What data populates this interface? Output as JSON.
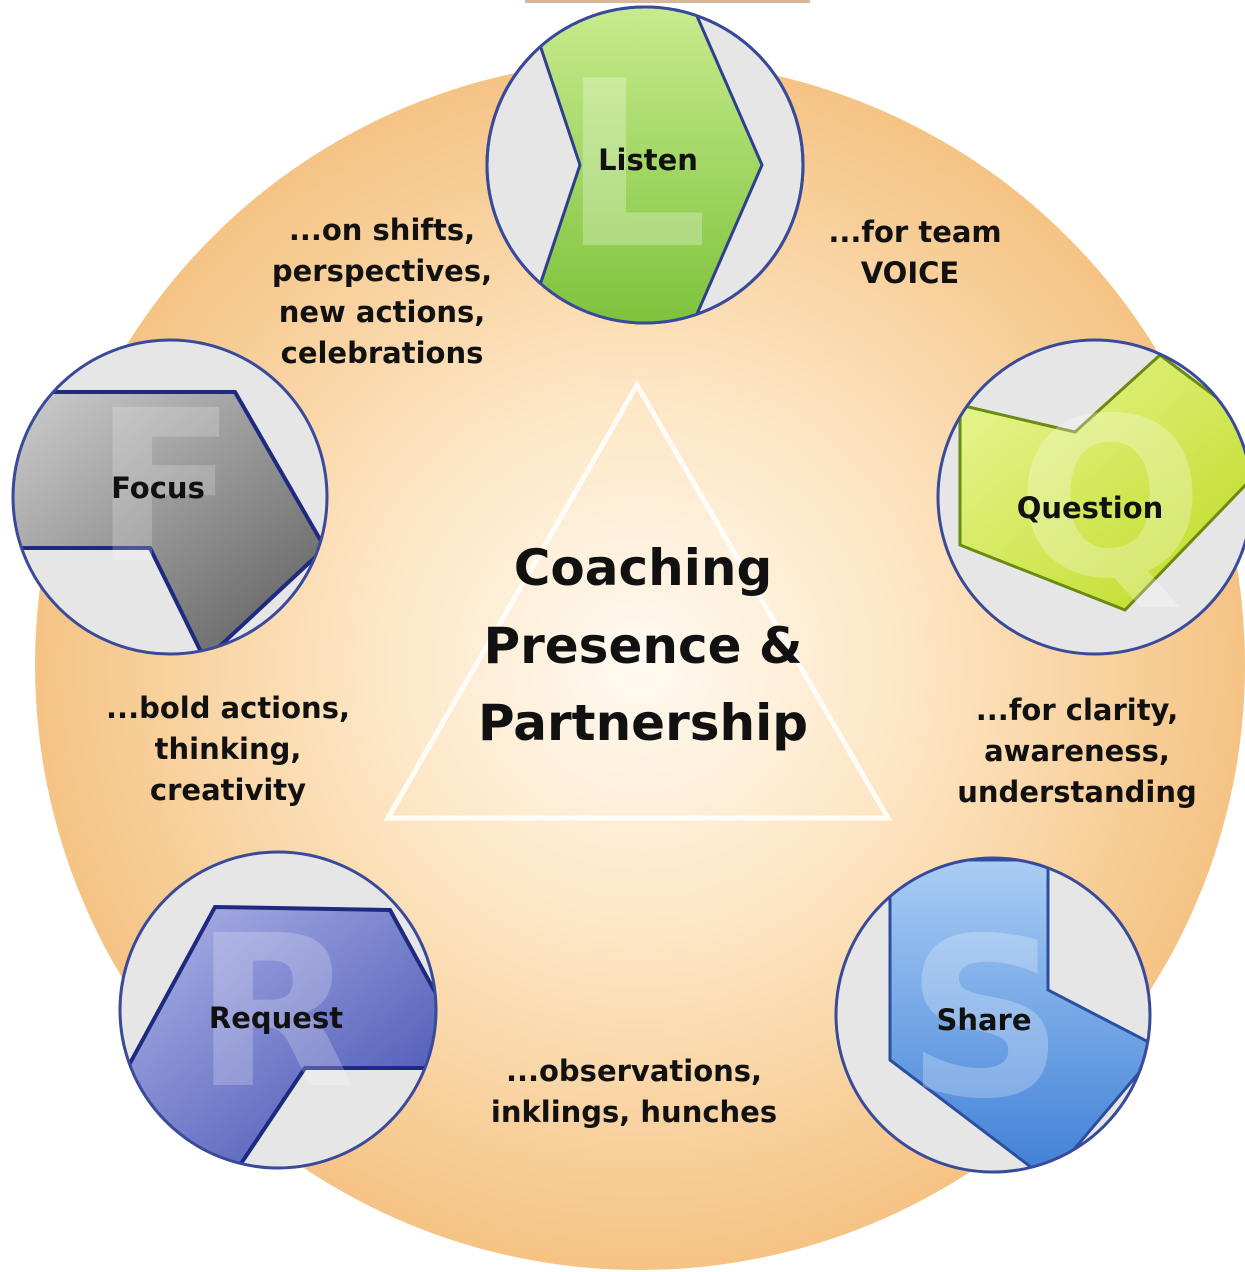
{
  "center": {
    "lines": [
      "Coaching",
      "Presence &",
      "Partnership"
    ]
  },
  "nodes": [
    {
      "label": "Listen",
      "letter": "L",
      "color": "#8cc63f"
    },
    {
      "label": "Question",
      "letter": "Q",
      "color": "#cfe62b"
    },
    {
      "label": "Share",
      "letter": "S",
      "color": "#4f8fe0"
    },
    {
      "label": "Request",
      "letter": "R",
      "color": "#4a55b8"
    },
    {
      "label": "Focus",
      "letter": "F",
      "color": "#6a6a6a"
    }
  ],
  "phrases": {
    "listen_question": [
      "...for team",
      "VOICE"
    ],
    "question_share": [
      "...for clarity,",
      "awareness,",
      "understanding"
    ],
    "share_request": [
      "...observations,",
      "inklings, hunches"
    ],
    "request_focus": [
      "...bold actions,",
      "thinking,",
      "creativity"
    ],
    "focus_listen": [
      "...on shifts,",
      "perspectives,",
      "new actions,",
      "celebrations"
    ]
  },
  "colors": {
    "disc": "#f6c88a",
    "disc_center": "#fff6e6",
    "circle_bg": "#e5e5e5",
    "circle_border": "#3a4a9a"
  }
}
